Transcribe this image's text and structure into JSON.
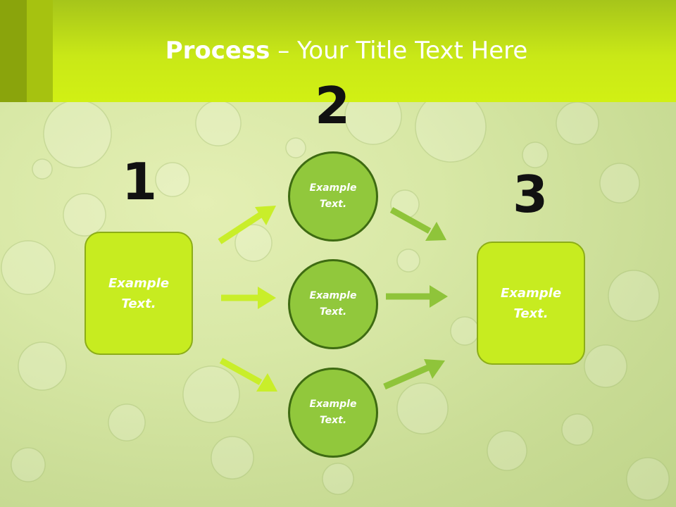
{
  "title": {
    "bold": "Process",
    "rest": " – Your Title Text Here"
  },
  "steps": {
    "one": "1",
    "two": "2",
    "three": "3"
  },
  "boxes": {
    "left": "Example Text.",
    "right": "Example Text."
  },
  "circles": {
    "top": "Example Text.",
    "middle": "Example Text.",
    "bottom": "Example Text."
  },
  "colors": {
    "header": "#d1f014",
    "box_fill": "#c7ec20",
    "circle_fill": "#91c83c",
    "circle_border": "#3e6b12",
    "arrow_left": "#c9ee2a",
    "arrow_right": "#8fc43a"
  }
}
